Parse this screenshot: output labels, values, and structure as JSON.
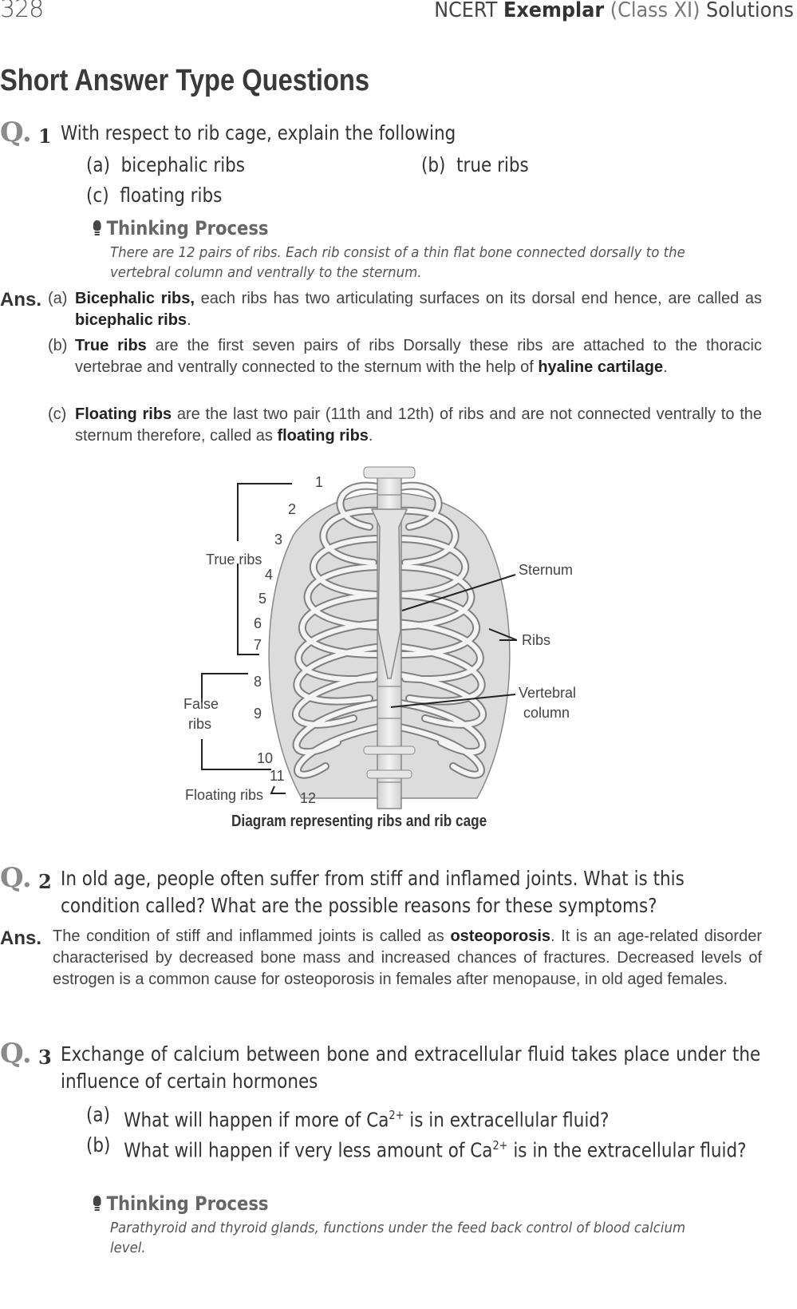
{
  "header": {
    "page_number": "328",
    "book_prefix": "NCERT",
    "book_title": "Exemplar",
    "book_class": "(Class XI)",
    "book_suffix": "Solutions"
  },
  "section_title": "Short Answer Type Questions",
  "questions": [
    {
      "marker": "Q.",
      "number": "1",
      "text": "With respect to rib cage, explain the following",
      "parts": [
        {
          "label": "(a)",
          "text": "bicephalic ribs"
        },
        {
          "label": "(b)",
          "text": "true ribs"
        },
        {
          "label": "(c)",
          "text": "floating ribs"
        }
      ],
      "thinking_process": {
        "title": "Thinking Process",
        "body": "There are 12 pairs of ribs. Each rib  consist of a thin flat bone connected dorsally to the vertebral column and ventrally to the sternum."
      },
      "answer": {
        "label": "Ans.",
        "items": [
          {
            "label": "(a)",
            "term": "Bicephalic ribs,",
            "text": " each ribs has two articulating surfaces on its dorsal end  hence, are called as ",
            "bold_end": "bicephalic ribs",
            "end": "."
          },
          {
            "label": "(b)",
            "term": "True ribs",
            "text": " are the  first seven pairs of ribs  Dorsally these ribs are attached to the thoracic vertebrae and ventrally connected to the sternum with the help of ",
            "bold_end": "hyaline cartilage",
            "end": "."
          },
          {
            "label": "(c)",
            "term": "Floating ribs",
            "text": " are the  last two pair (11th and 12th) of ribs and are not connected ventrally to the sternum therefore, called as ",
            "bold_end": "floating ribs",
            "end": "."
          }
        ]
      },
      "figure": {
        "caption": "Diagram representing ribs and rib cage",
        "rib_numbers": [
          "1",
          "2",
          "3",
          "4",
          "5",
          "6",
          "7",
          "8",
          "9",
          "10",
          "11",
          "12"
        ],
        "group_labels": {
          "true_ribs": "True ribs",
          "false_ribs_1": "False",
          "false_ribs_2": "ribs",
          "floating_ribs": "Floating ribs"
        },
        "callouts": {
          "sternum": "Sternum",
          "ribs": "Ribs",
          "vertebral_1": "Vertebral",
          "vertebral_2": "column"
        }
      }
    },
    {
      "marker": "Q.",
      "number": "2",
      "text_line1": "In old age, people often suffer from stiff and inflamed joints. What is this",
      "text_line2": "condition called? What are the possible reasons for these symptoms?",
      "answer": {
        "label": "Ans.",
        "pre": "The condition of stiff and inflammed joints is called as ",
        "bold": "osteoporosis",
        "post": ". It is an age-related disorder characterised by decreased bone mass and increased chances of fractures. Decreased levels of estrogen is a common cause for osteoporosis  in females after menopause, in old aged females."
      }
    },
    {
      "marker": "Q.",
      "number": "3",
      "text": "Exchange of calcium between bone and extracellular fluid takes place under the influence of certain hormones",
      "parts": [
        {
          "label": "(a)",
          "pre": "What will happen if more of Ca",
          "sup": "2+",
          "post": " is in extracellular fluid?"
        },
        {
          "label": "(b)",
          "pre": "What will happen if very less amount of Ca",
          "sup": "2+",
          "post": " is in the extracellular fluid?"
        }
      ],
      "thinking_process": {
        "title": "Thinking Process",
        "body": "Parathyroid and thyroid glands, functions under the feed back control of blood calcium level."
      }
    }
  ]
}
